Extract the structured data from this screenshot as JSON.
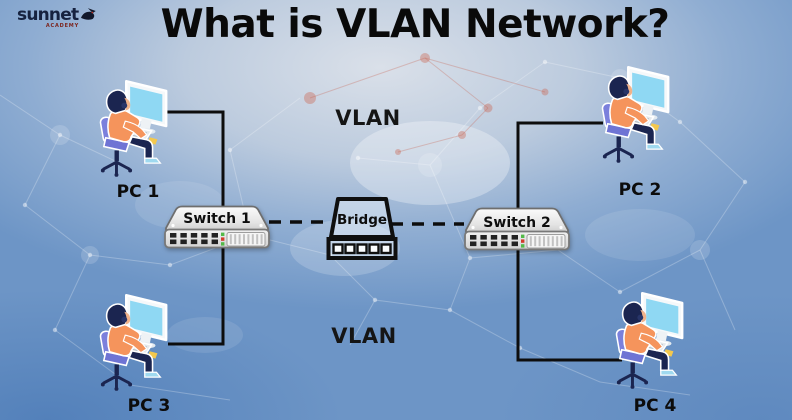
{
  "logo": {
    "name": "sunnet",
    "subtitle": "ACADEMY"
  },
  "title": "What is VLAN Network?",
  "vlan_labels": {
    "top": "VLAN",
    "bottom": "VLAN"
  },
  "devices": {
    "switch1": {
      "label": "Switch 1"
    },
    "switch2": {
      "label": "Switch 2"
    },
    "bridge": {
      "label": "Bridge"
    }
  },
  "pcs": [
    {
      "label": "PC 1"
    },
    {
      "label": "PC 2"
    },
    {
      "label": "PC 3"
    },
    {
      "label": "PC 4"
    }
  ],
  "colors": {
    "background_top": "#dae0e9",
    "background_bottom": "#6d95c6",
    "title_text": "#0a0a0a",
    "connection_line": "#0d0d0d",
    "monitor_screen": "#8fd8f3",
    "shirt_orange": "#f5945c",
    "chair_purple": "#7077d6",
    "person_navy": "#1b2550",
    "led_green": "#53b948",
    "led_red": "#d23b2b",
    "switch_body": "#e3e3e3",
    "bridge_outline": "#0f0f0f"
  }
}
